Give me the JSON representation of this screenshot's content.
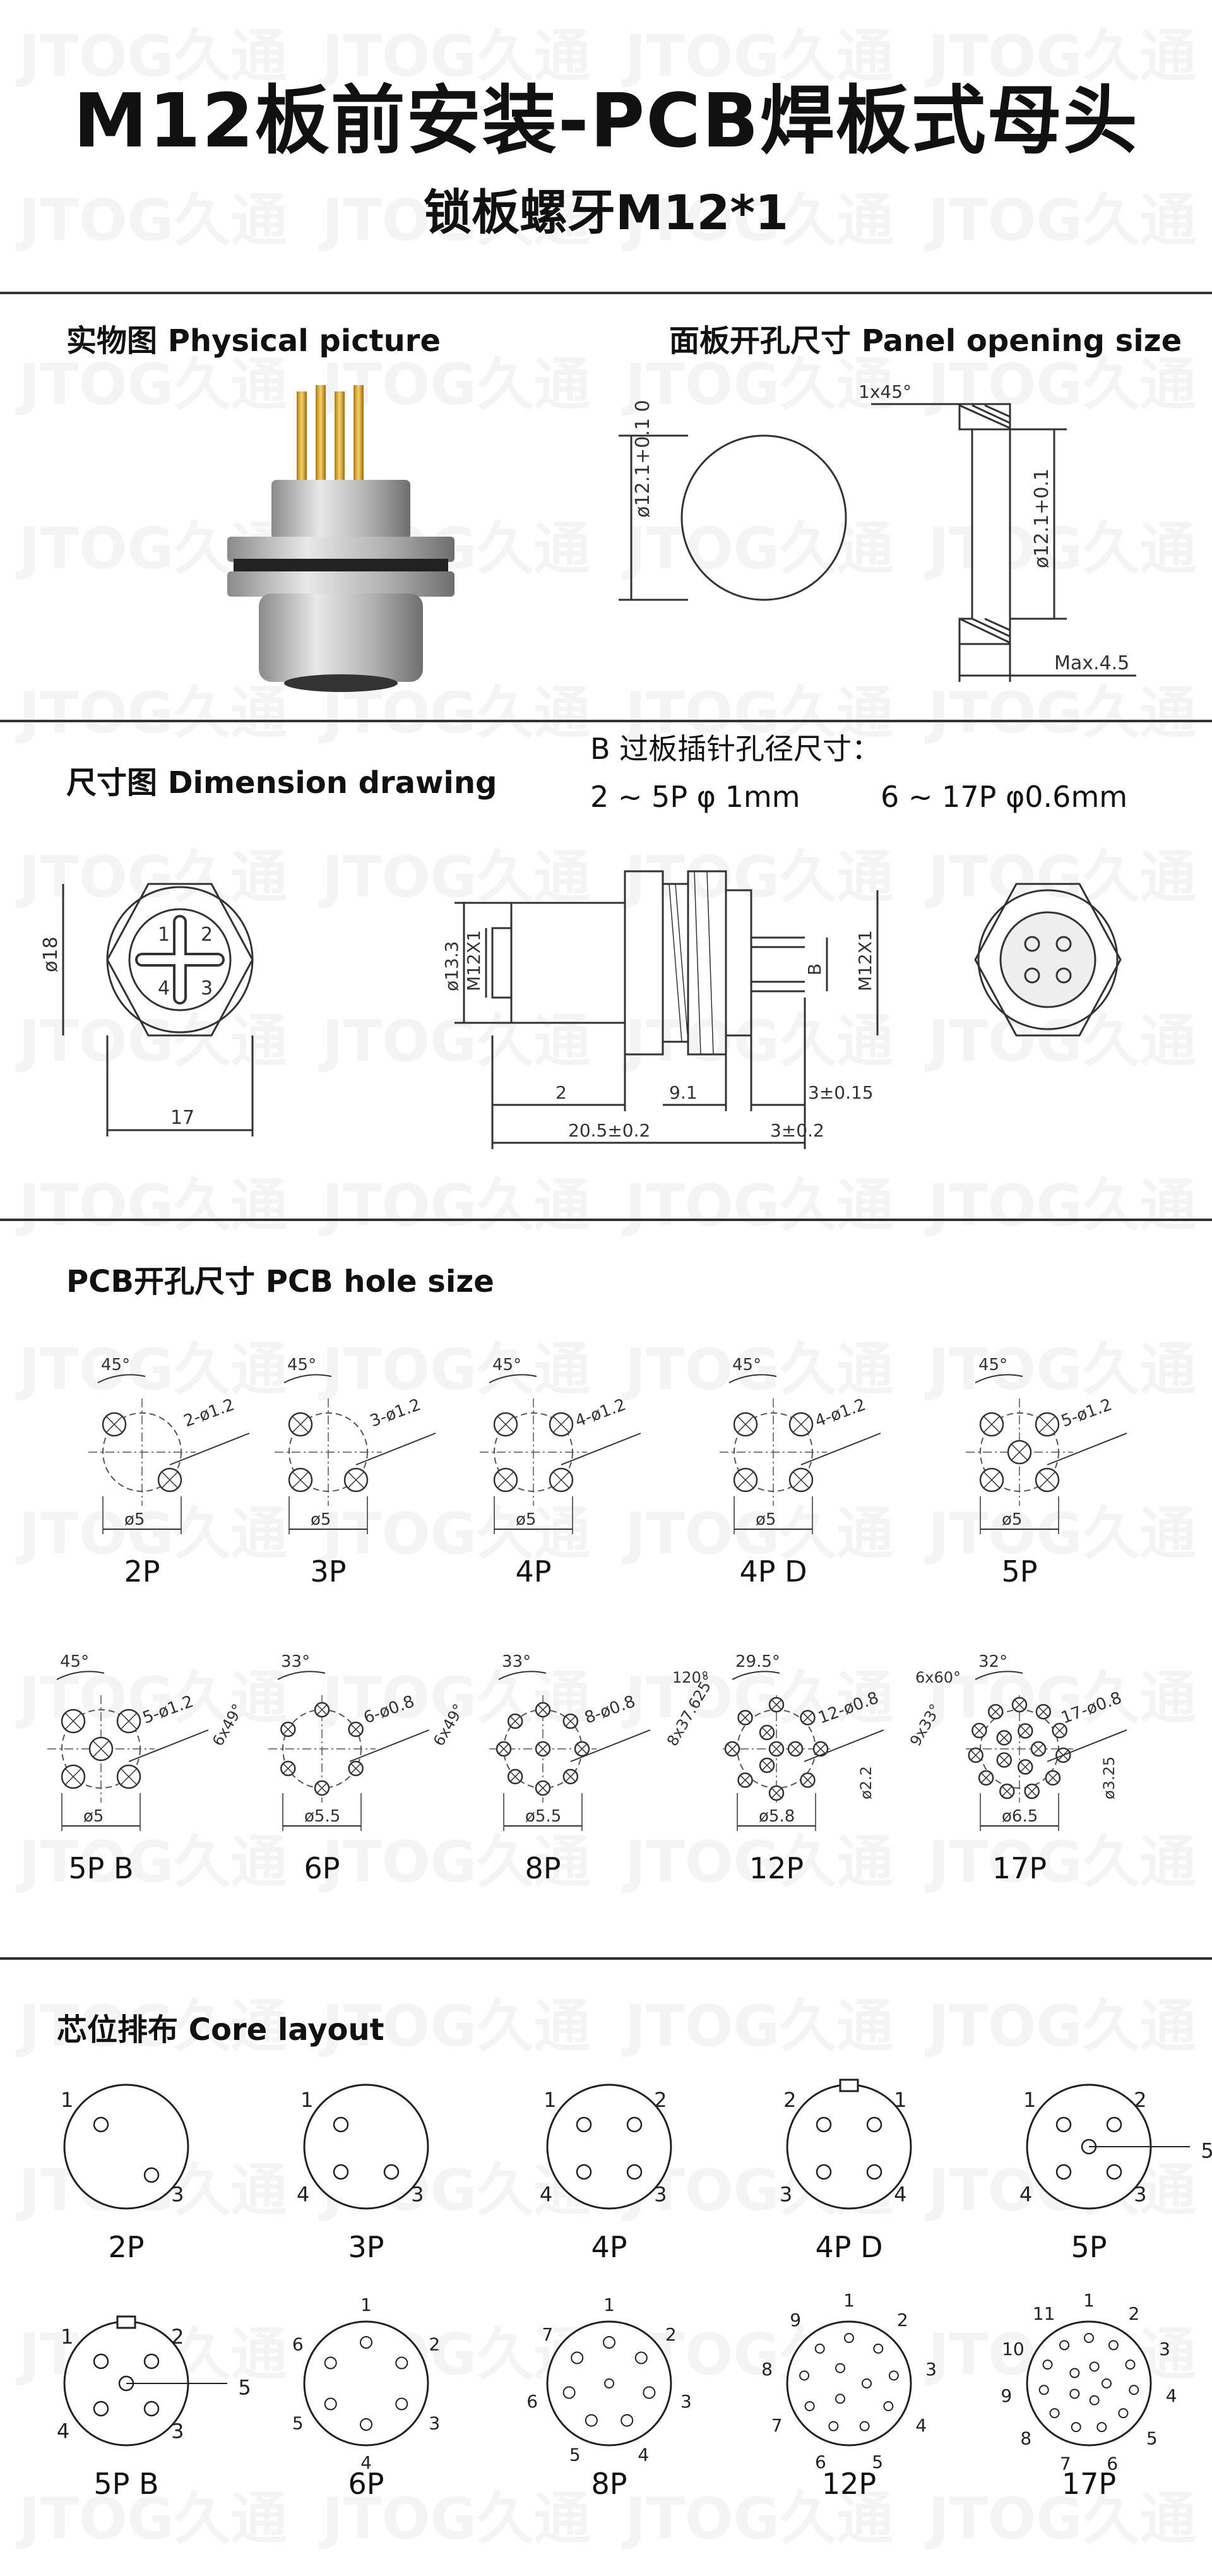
{
  "header": {
    "title": "M12板前安装-PCB焊板式母头",
    "subtitle": "锁板螺牙M12*1",
    "watermark": "JTOG久通"
  },
  "physical": {
    "heading": "实物图 Physical picture"
  },
  "panel": {
    "heading": "面板开孔尺寸 Panel opening size",
    "dim_chamfer": "1x45°",
    "dim_dia_left": "ø12.1+0.1 0",
    "dim_dia_right": "ø12.1+0.1",
    "dim_max": "Max.4.5"
  },
  "dimension": {
    "heading": "尺寸图 Dimension drawing",
    "note_title": "B 过板插针孔径尺寸：",
    "note_small": "2 ~ 5P φ 1mm",
    "note_large": "6 ~ 17P   φ0.6mm",
    "d18": "ø18",
    "w17": "17",
    "d133": "ø13.3",
    "m12a": "M12X1",
    "m12b": "M12X1",
    "b": "B",
    "d2": "2",
    "d91": "9.1",
    "d3a": "3±0.15",
    "d205": "20.5±0.2",
    "d3b": "3±0.2"
  },
  "pcb": {
    "heading": "PCB开孔尺寸 PCB hole size",
    "row1": [
      {
        "label": "2P",
        "angle": "45°",
        "spec": "2-ø1.2",
        "dia": "ø5"
      },
      {
        "label": "3P",
        "angle": "45°",
        "spec": "3-ø1.2",
        "dia": "ø5"
      },
      {
        "label": "4P",
        "angle": "45°",
        "spec": "4-ø1.2",
        "dia": "ø5"
      },
      {
        "label": "4P D",
        "angle": "45°",
        "spec": "4-ø1.2",
        "dia": "ø5"
      },
      {
        "label": "5P",
        "angle": "45°",
        "spec": "5-ø1.2",
        "dia": "ø5"
      }
    ],
    "row2": [
      {
        "label": "5P B",
        "angle": "45°",
        "spec": "5-ø1.2",
        "dia": "ø5"
      },
      {
        "label": "6P",
        "angle": "33°",
        "angle2": "6x49°",
        "spec": "6-ø0.8",
        "dia": "ø5.5"
      },
      {
        "label": "8P",
        "angle": "33°",
        "angle2": "6x49°",
        "spec": "8-ø0.8",
        "dia": "ø5.5"
      },
      {
        "label": "12P",
        "angle": "29.5°",
        "angle2": "8x37.625°",
        "angle3": "120°",
        "spec": "12-ø0.8",
        "dia": "ø5.8",
        "dia2": "ø2.2"
      },
      {
        "label": "17P",
        "angle": "32°",
        "angle2": "9x33°",
        "angle3": "6x60°",
        "spec": "17-ø0.8",
        "dia": "ø6.5",
        "dia2": "ø3.25"
      }
    ]
  },
  "core": {
    "heading": "芯位排布 Core layout",
    "row1": [
      "2P",
      "3P",
      "4P",
      "4P D",
      "5P"
    ],
    "row2": [
      "5P B",
      "6P",
      "8P",
      "12P",
      "17P"
    ]
  }
}
